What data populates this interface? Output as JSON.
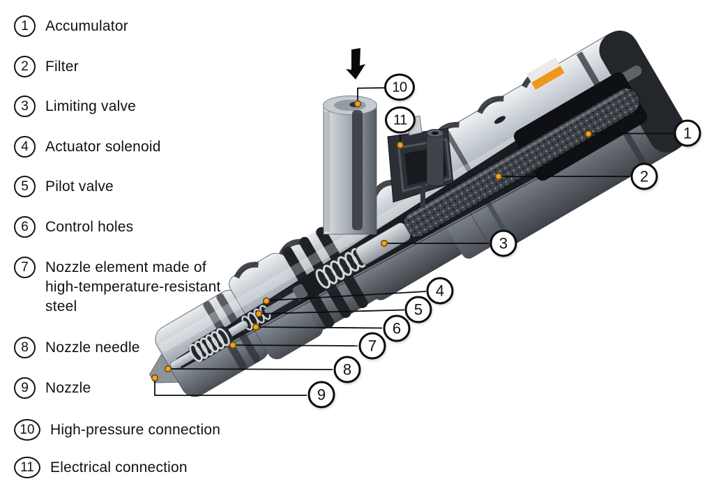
{
  "figure": {
    "alt": "Cutaway sectional view of a fuel injector with numbered part callouts",
    "arrow_icon": "down-arrow",
    "colors": {
      "background": "#FFFFFF",
      "leader_line": "#0B0B0B",
      "callout_dot_orange": "#F5A11F",
      "label_sticker_orange": "#F0971C",
      "metal_light": "#C4CAD1",
      "metal_mid": "#939AA2",
      "metal_dark": "#3E4349"
    }
  },
  "parts": [
    {
      "num": "1",
      "label": "Accumulator"
    },
    {
      "num": "2",
      "label": "Filter"
    },
    {
      "num": "3",
      "label": "Limiting valve"
    },
    {
      "num": "4",
      "label": "Actuator solenoid"
    },
    {
      "num": "5",
      "label": "Pilot valve"
    },
    {
      "num": "6",
      "label": "Control holes"
    },
    {
      "num": "7",
      "label": "Nozzle element made of high-temperature-resistant steel"
    },
    {
      "num": "8",
      "label": "Nozzle needle"
    },
    {
      "num": "9",
      "label": "Nozzle"
    },
    {
      "num": "10",
      "label": "High-pressure connection"
    },
    {
      "num": "11",
      "label": "Electrical connection"
    }
  ]
}
